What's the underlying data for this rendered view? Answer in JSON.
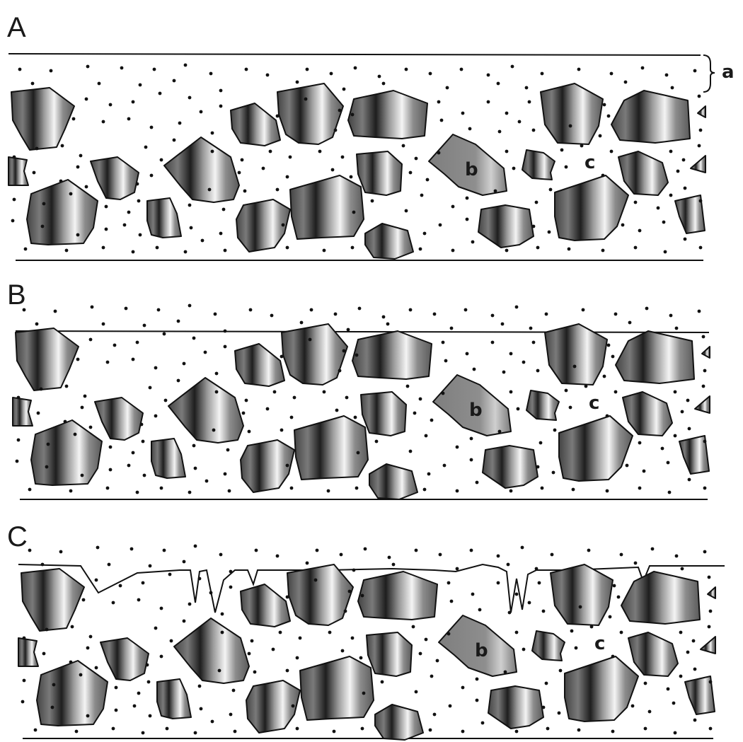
{
  "panels": [
    {
      "letter": "A",
      "labels": {
        "a": "a",
        "b": "b",
        "c": "c"
      }
    },
    {
      "letter": "B",
      "labels": {
        "b": "b",
        "c": "c"
      }
    },
    {
      "letter": "C",
      "labels": {
        "b": "b",
        "c": "c"
      }
    }
  ],
  "colors": {
    "ink": "#111111",
    "grain_dark": "#4a4a4a",
    "grain_light": "#f2f2f2",
    "background": "#ffffff"
  }
}
